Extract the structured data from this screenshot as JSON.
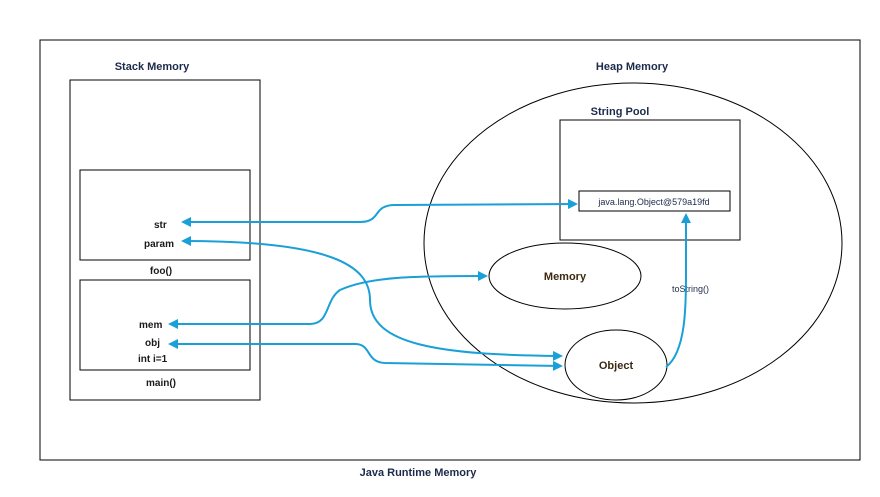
{
  "title": "Java Runtime Memory",
  "stack": {
    "title": "Stack Memory",
    "frames": {
      "foo": {
        "label": "foo()",
        "vars": {
          "str": "str",
          "param": "param"
        }
      },
      "main": {
        "label": "main()",
        "vars": {
          "mem": "mem",
          "obj": "obj",
          "int_i": "int i=1"
        }
      }
    }
  },
  "heap": {
    "title": "Heap Memory",
    "string_pool": {
      "title": "String Pool",
      "entry": "java.lang.Object@579a19fd"
    },
    "objects": {
      "memory": "Memory",
      "object": "Object"
    }
  },
  "edges": {
    "tostring_label": "toString()"
  },
  "colors": {
    "arrow": "#1aa0d8",
    "heading_text": "#1d2b4a",
    "object_text": "#3a2a12"
  }
}
